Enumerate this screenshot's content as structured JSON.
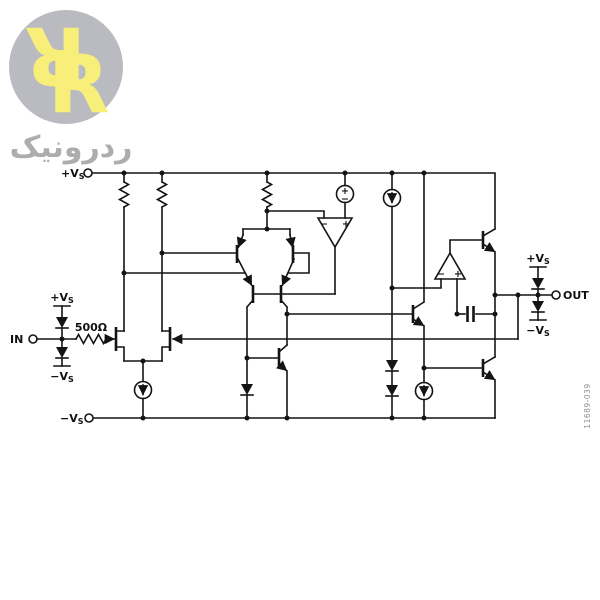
{
  "page": {
    "background": "#ffffff"
  },
  "logo": {
    "monogram_letter": "R",
    "wordmark": "ردرونیک",
    "circle_color": "#b5b5bc",
    "monogram_color": "#f7ee6e",
    "wordmark_color": "#a7a7a7"
  },
  "schematic": {
    "line_color": "#141414",
    "fig_number": "11689-039",
    "labels": {
      "v_plus": "+V",
      "v_minus": "−V",
      "sub_s": "S",
      "in": "IN",
      "out": "OUT",
      "r_in": "500Ω",
      "plus": "+",
      "minus": "−"
    }
  }
}
